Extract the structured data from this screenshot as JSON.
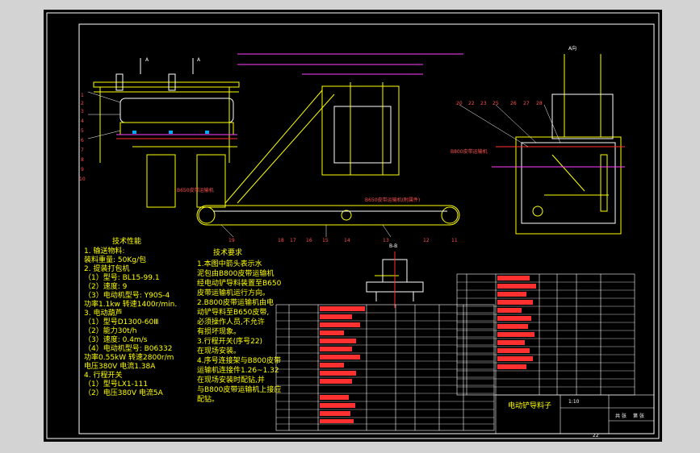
{
  "drawing": {
    "view_label": "A向",
    "section_label": "B-B",
    "section_marks": [
      "A",
      "A"
    ],
    "part_numbers_left": [
      "1",
      "2",
      "3",
      "4",
      "5",
      "6",
      "7",
      "8",
      "9",
      "10"
    ],
    "part_numbers_right": [
      "20",
      "22",
      "23",
      "25",
      "26",
      "27",
      "28"
    ],
    "part_numbers_bottom": [
      "19",
      "18",
      "17",
      "16",
      "15",
      "14",
      "13",
      "12",
      "11"
    ],
    "callouts": {
      "b650": "B650皮带运输机",
      "b800_right": "B800皮带运输机",
      "b650_long": "B650皮带运输机(附属件)"
    },
    "tech_perf": {
      "title": "技术性能",
      "lines": [
        "1. 输送物料:",
        "装料重量: 50Kg/包",
        "2. 提装打包机",
        "（1）型号: BL15-99.1",
        "（2）速度: 9",
        "（3）电动机型号: Y90S-4",
        "功率1.1kw  转速1400r/min.",
        "3. 电动葫芦",
        "（1）型号D1300-60Ⅲ",
        "（2）能力30t/h",
        "（3）速度: 0.4m/s",
        "（4）电动机型号: B06332",
        "功率0.55kW  转速2800r/m",
        "电压380V  电流1.38A",
        "4. 行程开关",
        "（1）型号LX1-111",
        "（2）电压380V  电流5A"
      ]
    },
    "tech_req": {
      "title": "技术要求",
      "lines": [
        "1.本图中箭头表示水",
        "泥包由B800皮带运输机",
        "经电动铲导料装置至B650",
        "皮带运输机运行方向。",
        "2.B800皮带运输机由电",
        "动铲导料至B650皮带,",
        "必须操作人员,不允许",
        "有损坏现象。",
        "3.行程开关(序号22)",
        "在现场安装。",
        "4.序号连接架与B800皮带",
        "运输机连接件1.26~1.32",
        "在现场安装时配钻,并",
        "与B800皮带运输机上接应",
        "配钻。"
      ]
    },
    "title_block": {
      "name": "电动铲导料子",
      "scale": "1:10",
      "sheet": "共  张",
      "revision": "第  张"
    },
    "sheet_number": "22"
  },
  "colors": {
    "background": "#000000",
    "frame": "#ffffff",
    "primary_line": "#ffff00",
    "dimension": "#ff40ff",
    "hidden_line": "#ff3030",
    "accent_blue": "#00aaff",
    "accent_green": "#00ff00"
  }
}
